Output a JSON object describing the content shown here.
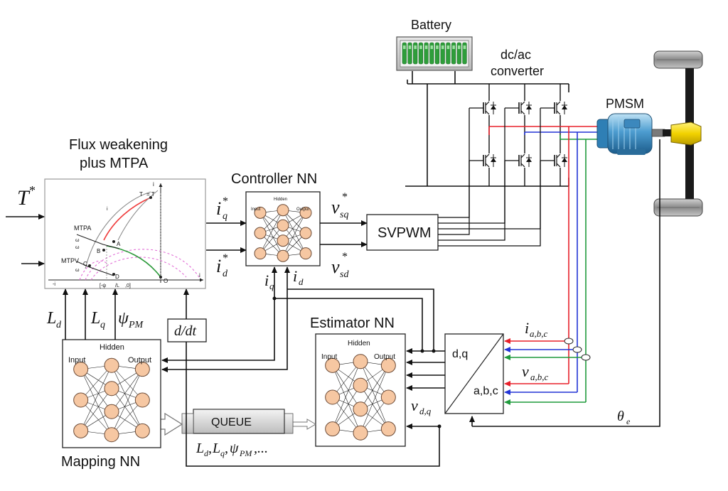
{
  "labels": {
    "battery": "Battery",
    "converter_line1": "dc/ac",
    "converter_line2": "converter",
    "pmsm": "PMSM",
    "flux_line1": "Flux weakening",
    "flux_line2": "plus MTPA",
    "controller_nn": "Controller NN",
    "estimator_nn": "Estimator NN",
    "mapping_nn": "Mapping NN",
    "svpwm": "SVPWM",
    "queue": "QUEUE",
    "ddt": "d/dt",
    "dq": "d,q",
    "abc": "a,b,c",
    "queue_output": "L",
    "theta": "θ"
  },
  "symbols": {
    "torque_ref": "T",
    "iq_ref": "i",
    "id_ref": "i",
    "vsq_ref": "v",
    "vsd_ref": "v",
    "iq_fb": "i",
    "id_fb": "i",
    "Ld": "L",
    "Lq": "L",
    "psi_pm": "ψ",
    "i_abc": "i",
    "v_abc": "v",
    "v_dq": "v"
  },
  "subscripts": {
    "q": "q",
    "d": "d",
    "sq": "sq",
    "sd": "sd",
    "PM": "PM",
    "abc": "a,b,c",
    "dq": "d,q",
    "e": "e"
  },
  "superscripts": {
    "star": "*"
  },
  "queue_caption": {
    "L": "L",
    "d": "d",
    "comma1": ",",
    "Lq": "L",
    "q": "q",
    "comma2": ",",
    "psi": "ψ",
    "PM": "PM",
    "rest": ",..."
  },
  "nn_labels": {
    "input": "Input",
    "hidden": "Hidden",
    "output": "Output"
  },
  "plot": {
    "title_tn": "T",
    "labels": {
      "mtpa": "MTPA",
      "mtpv": "MTPV",
      "a": "A",
      "b": "B",
      "c": "C",
      "d": "D",
      "o": "O",
      "iq_axis": "i",
      "id_axis": "i",
      "neg_id": "-i",
      "bracket": "[-ψ",
      "bracket_rest": "/L",
      "bracket_end": ",0]",
      "omega_b": "ω",
      "omega_1": "ω",
      "omega_2": "ω",
      "i_limit": "i",
      "te": "T",
      "te_eq": "= T"
    }
  },
  "colors": {
    "phase_a": "#e8202a",
    "phase_b": "#2234d6",
    "phase_c": "#1f9a3c",
    "neuron": "#f6c7a2",
    "motor": "#5aa6d6",
    "hub": "#f2d200",
    "battery_cell": "#2e9e3a",
    "curve_pink": "#e26fd6",
    "curve_green": "#2c9a3a",
    "curve_red": "#ef3b3b"
  }
}
